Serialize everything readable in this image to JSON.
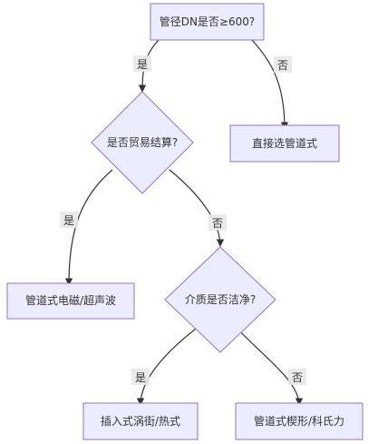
{
  "diagram": {
    "nodes": {
      "q_dn": "管径DN是否≥600?",
      "direct_pipe": "直接选管道式",
      "q_trade": "是否贸易结算?",
      "em_ultra": "管道式电磁/超声波",
      "q_clean": "介质是否洁净?",
      "insert": "插入式涡街/热式",
      "wedge": "管道式楔形/科氏力"
    },
    "edges": {
      "dn_yes": "是",
      "dn_no": "否",
      "trade_yes": "是",
      "trade_no": "否",
      "clean_yes": "是",
      "clean_no": "否"
    }
  }
}
